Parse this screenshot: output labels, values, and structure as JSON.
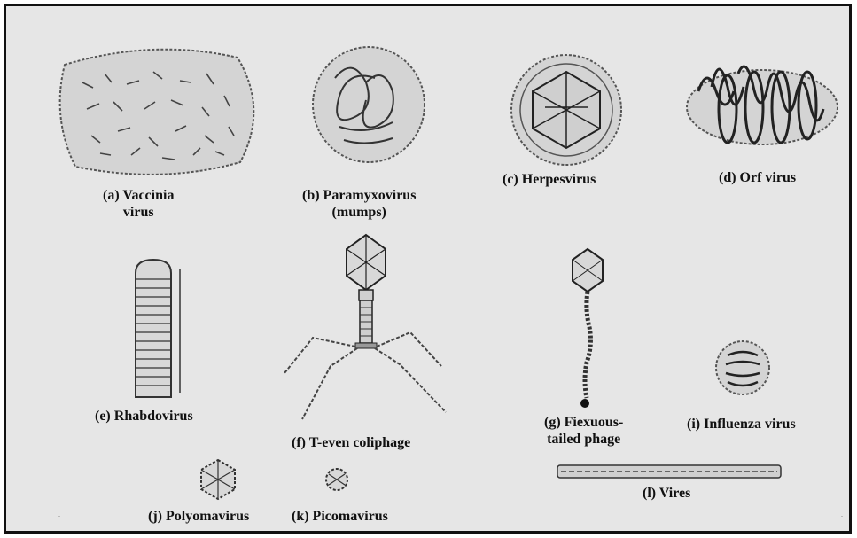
{
  "figure": {
    "items": [
      {
        "id": "a",
        "lines": [
          "(a) Vaccinia",
          "virus"
        ]
      },
      {
        "id": "b",
        "lines": [
          "(b) Paramyxovirus",
          "(mumps)"
        ]
      },
      {
        "id": "c",
        "lines": [
          "(c) Herpesvirus"
        ]
      },
      {
        "id": "d",
        "lines": [
          "(d) Orf virus"
        ]
      },
      {
        "id": "e",
        "lines": [
          "(e) Rhabdovirus"
        ]
      },
      {
        "id": "f",
        "lines": [
          "(f) T-even coliphage"
        ]
      },
      {
        "id": "g",
        "lines": [
          "(g) Fiexuous-",
          "tailed phage"
        ]
      },
      {
        "id": "i",
        "lines": [
          "(i) Influenza virus"
        ]
      },
      {
        "id": "j",
        "lines": [
          "(j) Polyomavirus"
        ]
      },
      {
        "id": "k",
        "lines": [
          "(k) Picomavirus"
        ]
      },
      {
        "id": "l",
        "lines": [
          "(l) Vires"
        ]
      }
    ]
  }
}
